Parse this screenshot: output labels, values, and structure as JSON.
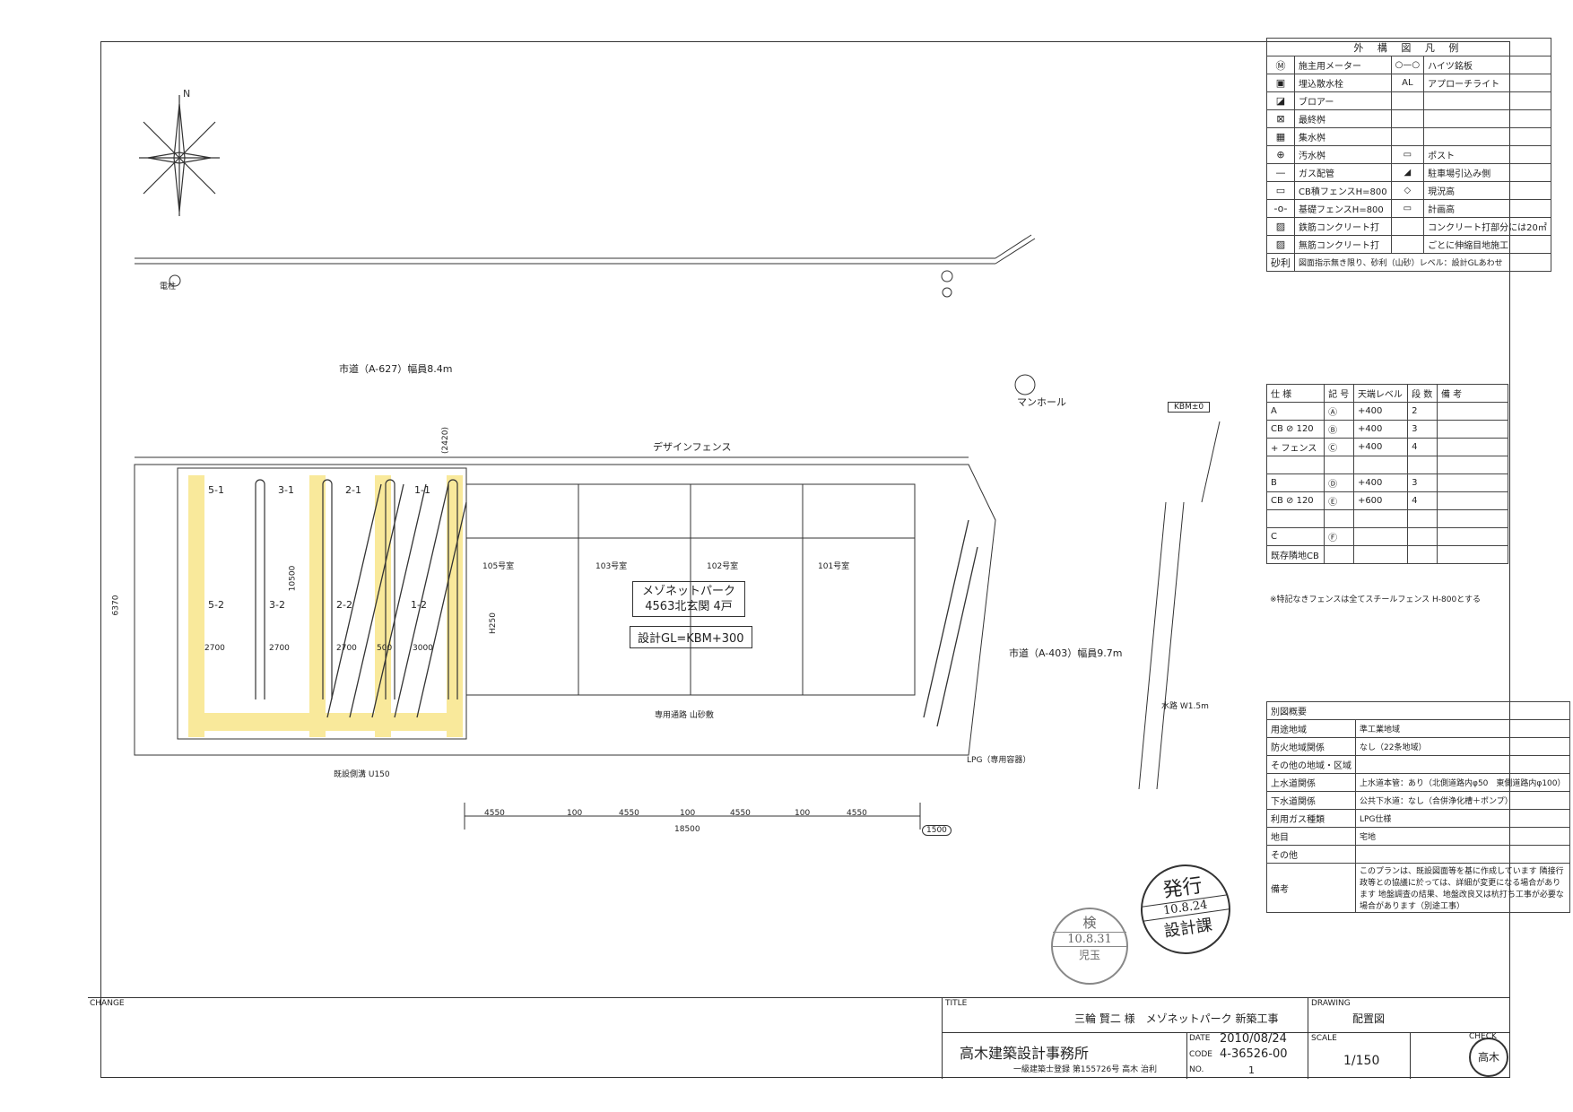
{
  "legend": {
    "title": "外 構 図 凡 例",
    "rows": [
      {
        "sym": "Ⓜ",
        "label": "施主用メーター",
        "sym2": "○—○",
        "label2": "ハイツ銘板"
      },
      {
        "sym": "▣",
        "label": "埋込散水栓",
        "sym2": "AL",
        "label2": "アプローチライト"
      },
      {
        "sym": "◪",
        "label": "ブロアー",
        "sym2": "",
        "label2": ""
      },
      {
        "sym": "⊠",
        "label": "最終桝",
        "sym2": "",
        "label2": ""
      },
      {
        "sym": "▦",
        "label": "集水桝",
        "sym2": "",
        "label2": ""
      },
      {
        "sym": "⊕",
        "label": "汚水桝",
        "sym2": "▭",
        "label2": "ポスト"
      },
      {
        "sym": "—",
        "label": "ガス配管",
        "sym2": "◢",
        "label2": "駐車場引込み側"
      },
      {
        "sym": "▭",
        "label": "CB積フェンスH=800",
        "sym2": "◇",
        "label2": "現況高"
      },
      {
        "sym": "-o-",
        "label": "基礎フェンスH=800",
        "sym2": "▭",
        "label2": "計画高"
      },
      {
        "sym": "▨",
        "label": "鉄筋コンクリート打",
        "sym2": "",
        "label2": "コンクリート打部分には20㎡"
      },
      {
        "sym": "▨",
        "label": "無筋コンクリート打",
        "sym2": "",
        "label2": "ごとに伸縮目地施工"
      }
    ],
    "footer_label": "砂利",
    "footer_text": "図面指示無き限り、砂利（山砂）レベル：設計GLあわせ"
  },
  "spec": {
    "headers": [
      "仕 様",
      "記 号",
      "天端レベル",
      "段 数",
      "備 考"
    ],
    "rows": [
      {
        "spec": "A",
        "marker": "Ⓐ",
        "level": "+400",
        "steps": "2"
      },
      {
        "spec": "CB ⊘ 120",
        "marker": "Ⓑ",
        "level": "+400",
        "steps": "3"
      },
      {
        "spec": "+ フェンス",
        "marker": "Ⓒ",
        "level": "+400",
        "steps": "4"
      },
      {
        "spec": "",
        "marker": "",
        "level": "",
        "steps": ""
      },
      {
        "spec": "B",
        "marker": "Ⓓ",
        "level": "+400",
        "steps": "3"
      },
      {
        "spec": "CB ⊘ 120",
        "marker": "Ⓔ",
        "level": "+600",
        "steps": "4"
      },
      {
        "spec": "",
        "marker": "",
        "level": "",
        "steps": ""
      },
      {
        "spec": "C",
        "marker": "Ⓕ",
        "level": "",
        "steps": ""
      },
      {
        "spec": "既存隣地CB",
        "marker": "",
        "level": "",
        "steps": ""
      }
    ],
    "note": "※特記なきフェンスは全てスチールフェンス H-800とする"
  },
  "overview": {
    "title": "別図概要",
    "rows": [
      {
        "k": "用途地域",
        "v": "準工業地域"
      },
      {
        "k": "防火地域関係",
        "v": "なし（22条地域）"
      },
      {
        "k": "その他の地域・区域",
        "v": ""
      },
      {
        "k": "上水道関係",
        "v": "上水道本管：あり（北側道路内φ50　東側道路内φ100）"
      },
      {
        "k": "下水道関係",
        "v": "公共下水道：なし（合併浄化槽＋ポンプ）"
      },
      {
        "k": "利用ガス種類",
        "v": "LPG仕様"
      },
      {
        "k": "地目",
        "v": "宅地"
      },
      {
        "k": "その他",
        "v": ""
      },
      {
        "k": "備考",
        "v": "このプランは、既設図面等を基に作成しています 隣接行政等との協議に於っては、詳細が変更になる場合があります 地盤調査の結果、地盤改良又は杭打ち工事が必要な場合があります（別途工事）"
      }
    ]
  },
  "plan": {
    "road_north": "市道（A-627）幅員8.4m",
    "road_east": "市道（A-403）幅員9.7m",
    "manhole": "マンホール",
    "pole": "電柱",
    "building_name": "メゾネットパーク",
    "building_sub": "4563北玄関 4戸",
    "gl": "設計GL=KBM+300",
    "kbm": "KBM±0",
    "design_fence": "デザインフェンス",
    "rooms": [
      "105号室",
      "103号室",
      "102号室",
      "101号室"
    ],
    "parking_top": [
      "5-1",
      "3-1",
      "2-1",
      "1-1"
    ],
    "parking_bottom": [
      "5-2",
      "3-2",
      "2-2",
      "1-2"
    ],
    "parking_widths": [
      "2700",
      "2700",
      "2700",
      "500",
      "3000"
    ],
    "dims_bottom": [
      "4550",
      "100",
      "4550",
      "100",
      "4550",
      "100",
      "4550"
    ],
    "total": "18500",
    "side_1500": "1500",
    "dim_6370": "6370",
    "dim_10500": "10500",
    "dim_2420": "(2420)",
    "waterway": "水路 W1.5m",
    "u_gutter": "既設側溝 U150",
    "lpg": "LPG（専用容器）",
    "parking_lane": "専用通路 山砂敷",
    "h250": "H250"
  },
  "stamps": {
    "issue": "発行",
    "issue_date": "10.8.24",
    "issue_dept": "設計課",
    "check": "検",
    "check_date": "10.8.31",
    "check_name": "児玉"
  },
  "title_block": {
    "change_label": "CHANGE",
    "title_label": "TITLE",
    "drawing_label": "DRAWING",
    "project": "三輪 賢二 様　メゾネットパーク 新築工事",
    "drawing": "配置図",
    "office": "高木建築設計事務所",
    "license": "一級建築士登録 第155726号 高木 治利",
    "date_label": "DATE",
    "date": "2010/08/24",
    "code_label": "CODE",
    "code": "4-36526-00",
    "no_label": "NO.",
    "no": "1",
    "scale_label": "SCALE",
    "scale": "1/150",
    "check_label": "CHECK",
    "check_stamp": "高木"
  },
  "colors": {
    "highlight": "#f7e27a",
    "line": "#333333"
  }
}
